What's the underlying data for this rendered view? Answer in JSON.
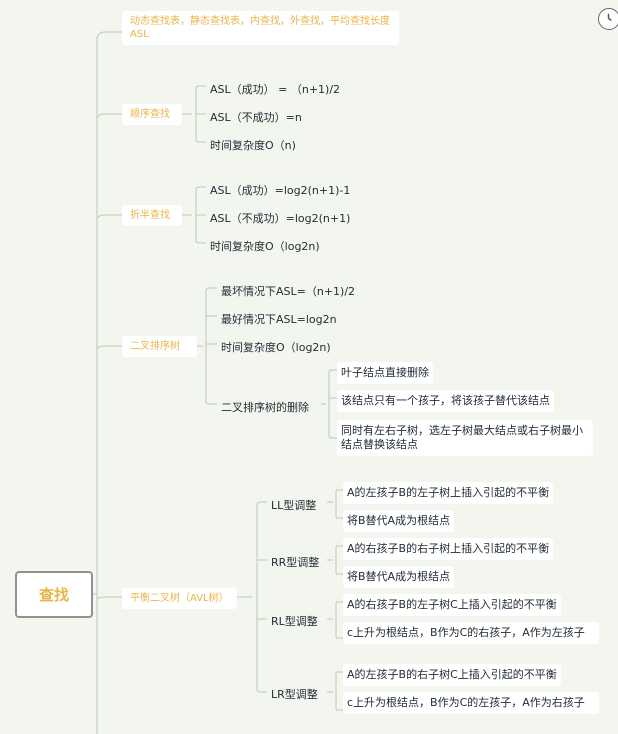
{
  "root": {
    "label": "查找"
  },
  "sections": {
    "intro": {
      "label": "动态查找表，静态查找表，内查找，外查找，平均查找长度ASL"
    },
    "sequential": {
      "label": "顺序查找",
      "items": [
        "ASL（成功） = （n+1)/2",
        "ASL（不成功）=n",
        "时间复杂度O（n)"
      ]
    },
    "binary": {
      "label": "折半查找",
      "items": [
        "ASL（成功）=log2(n+1)-1",
        "ASL（不成功）=log2(n+1)",
        "时间复杂度O（log2n)"
      ]
    },
    "bst": {
      "label": "二叉排序树",
      "items": [
        "最坏情况下ASL=（n+1)/2",
        "最好情况下ASL=log2n",
        "时间复杂度O（log2n)"
      ],
      "delete": {
        "label": "二叉排序树的删除",
        "items": [
          "叶子结点直接删除",
          "该结点只有一个孩子，将该孩子替代该结点",
          "同时有左右子树，选左子树最大结点或右子树最小结点替换该结点"
        ]
      }
    },
    "avl": {
      "label": "平衡二叉树（AVL树）",
      "ll": {
        "label": "LL型调整",
        "items": [
          "A的左孩子B的左子树上插入引起的不平衡",
          "将B替代A成为根结点"
        ]
      },
      "rr": {
        "label": "RR型调整",
        "items": [
          "A的右孩子B的右子树上插入引起的不平衡",
          "将B替代A成为根结点"
        ]
      },
      "rl": {
        "label": "RL型调整",
        "items": [
          "A的右孩子B的左子树C上插入引起的不平衡",
          "c上升为根结点，B作为C的右孩子，A作为左孩子"
        ]
      },
      "lr": {
        "label": "LR型调整",
        "items": [
          "A的左孩子B的右子树C上插入引起的不平衡",
          "c上升为根结点，B作为C的左孩子，A作为右孩子"
        ]
      }
    }
  },
  "icons": {
    "timer": "timer-icon"
  },
  "colors": {
    "accent": "#eab44a",
    "line": "#b9c2b5",
    "root_border": "#8f9390"
  }
}
